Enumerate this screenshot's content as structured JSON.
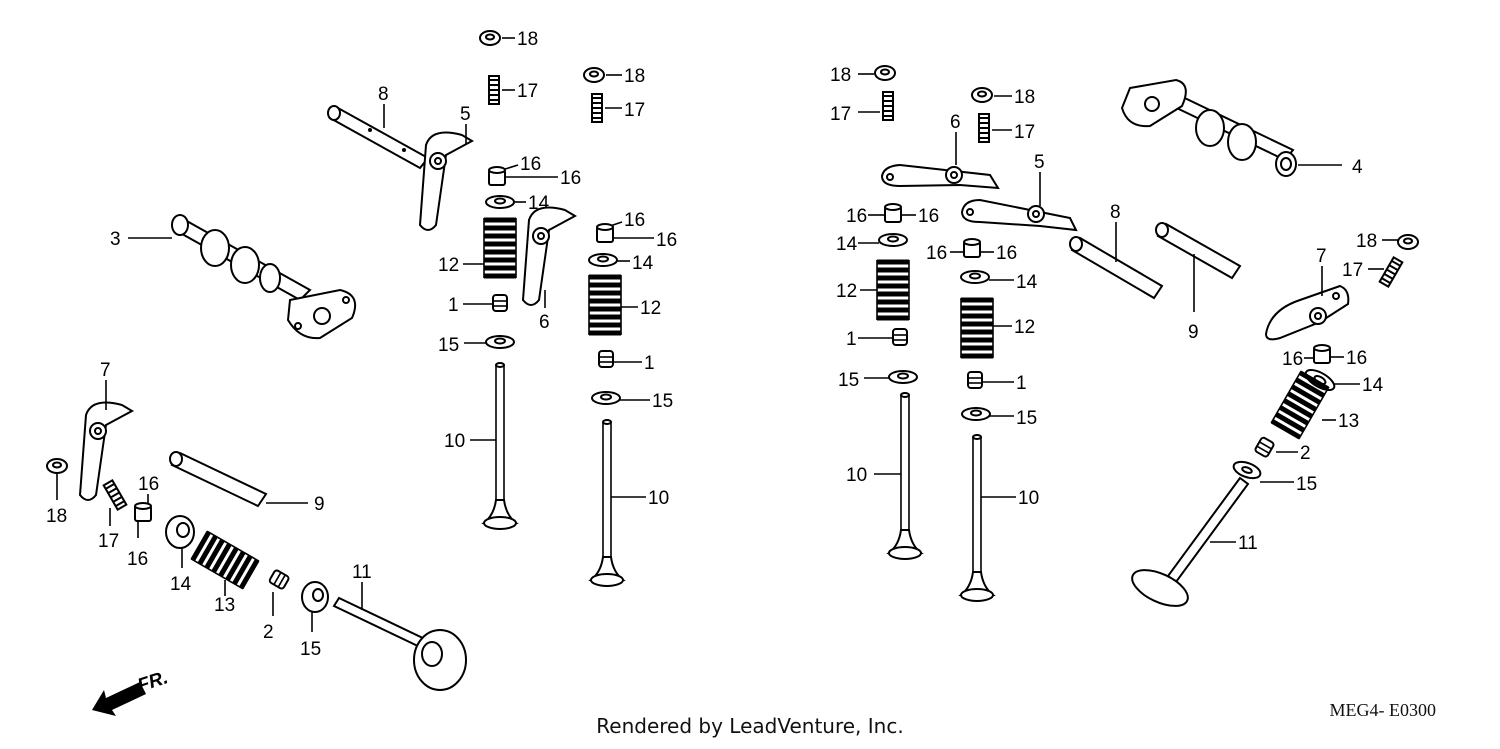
{
  "diagram": {
    "labels": {
      "l18a": "18",
      "l17a": "17",
      "l18b": "18",
      "l17b": "17",
      "l8a": "8",
      "l5a": "5",
      "l16a": "16",
      "l16b": "16",
      "l14a": "14",
      "l16c": "16",
      "l16d": "16",
      "l3": "3",
      "l12a": "12",
      "l14b": "14",
      "l1a": "1",
      "l6a": "6",
      "l12b": "12",
      "l15a": "15",
      "l1b": "1",
      "l15b": "15",
      "l10a": "10",
      "l10b": "10",
      "l7a": "7",
      "l18c": "18",
      "l16e": "16",
      "l17c": "17",
      "l16f": "16",
      "l9a": "9",
      "l14c": "14",
      "l13a": "13",
      "l2a": "2",
      "l15c": "15",
      "l11a": "11",
      "l18d": "18",
      "l17d": "17",
      "l18e": "18",
      "l17e": "17",
      "l6b": "6",
      "l5b": "5",
      "l4": "4",
      "l16g": "16",
      "l16h": "16",
      "l8b": "8",
      "l14d": "14",
      "l16i": "16",
      "l16j": "16",
      "l12c": "12",
      "l14e": "14",
      "l12d": "12",
      "l1c": "1",
      "l9b": "9",
      "l18f": "18",
      "l7b": "7",
      "l17f": "17",
      "l15d": "15",
      "l1d": "1",
      "l16k": "16",
      "l16l": "16",
      "l14f": "14",
      "l13b": "13",
      "l15e": "15",
      "l2b": "2",
      "l15f": "15",
      "l10c": "10",
      "l10d": "10",
      "l11b": "11"
    },
    "front_label": "FR.",
    "diagram_code": "MEG4- E0300",
    "credit": "Rendered by LeadVenture, Inc."
  }
}
